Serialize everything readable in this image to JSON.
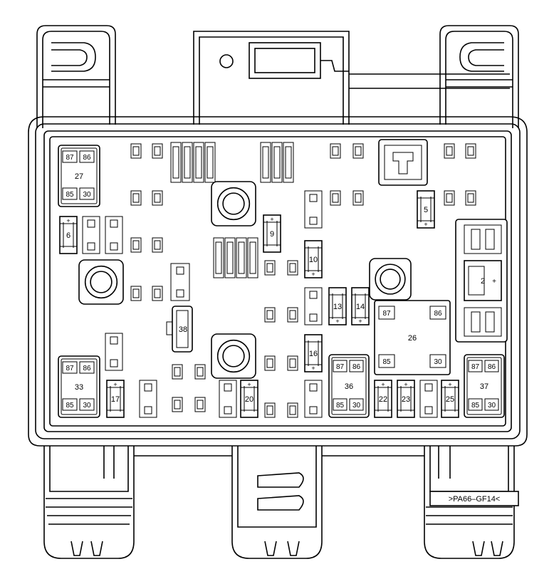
{
  "relays": [
    {
      "id": "relay-27",
      "num": "27",
      "t": [
        "87",
        "86",
        "85",
        "30"
      ]
    },
    {
      "id": "relay-33",
      "num": "33",
      "t": [
        "87",
        "86",
        "85",
        "30"
      ]
    },
    {
      "id": "relay-36",
      "num": "36",
      "t": [
        "87",
        "86",
        "85",
        "30"
      ]
    },
    {
      "id": "relay-37",
      "num": "37",
      "t": [
        "87",
        "86",
        "85",
        "30"
      ]
    },
    {
      "id": "relay-26",
      "num": "26",
      "t": [
        "87",
        "86",
        "85",
        "30"
      ]
    }
  ],
  "fuses": [
    {
      "id": "fuse-5",
      "num": "5",
      "plus": "+"
    },
    {
      "id": "fuse-6",
      "num": "6",
      "plus": "+"
    },
    {
      "id": "fuse-9",
      "num": "9",
      "plus": "+"
    },
    {
      "id": "fuse-10",
      "num": "10",
      "plus": "+"
    },
    {
      "id": "fuse-13",
      "num": "13",
      "plus": "+"
    },
    {
      "id": "fuse-14",
      "num": "14",
      "plus": "+"
    },
    {
      "id": "fuse-16",
      "num": "16",
      "plus": "+"
    },
    {
      "id": "fuse-17",
      "num": "17",
      "plus": "+"
    },
    {
      "id": "fuse-20",
      "num": "20",
      "plus": "+"
    },
    {
      "id": "fuse-22",
      "num": "22",
      "plus": "+"
    },
    {
      "id": "fuse-23",
      "num": "23",
      "plus": "+"
    },
    {
      "id": "fuse-25",
      "num": "25",
      "plus": "+"
    }
  ],
  "maxi_fuse": {
    "num": "2",
    "plus": "+"
  },
  "diode": {
    "num": "38"
  },
  "material_marking": ">PA66–GF14<"
}
